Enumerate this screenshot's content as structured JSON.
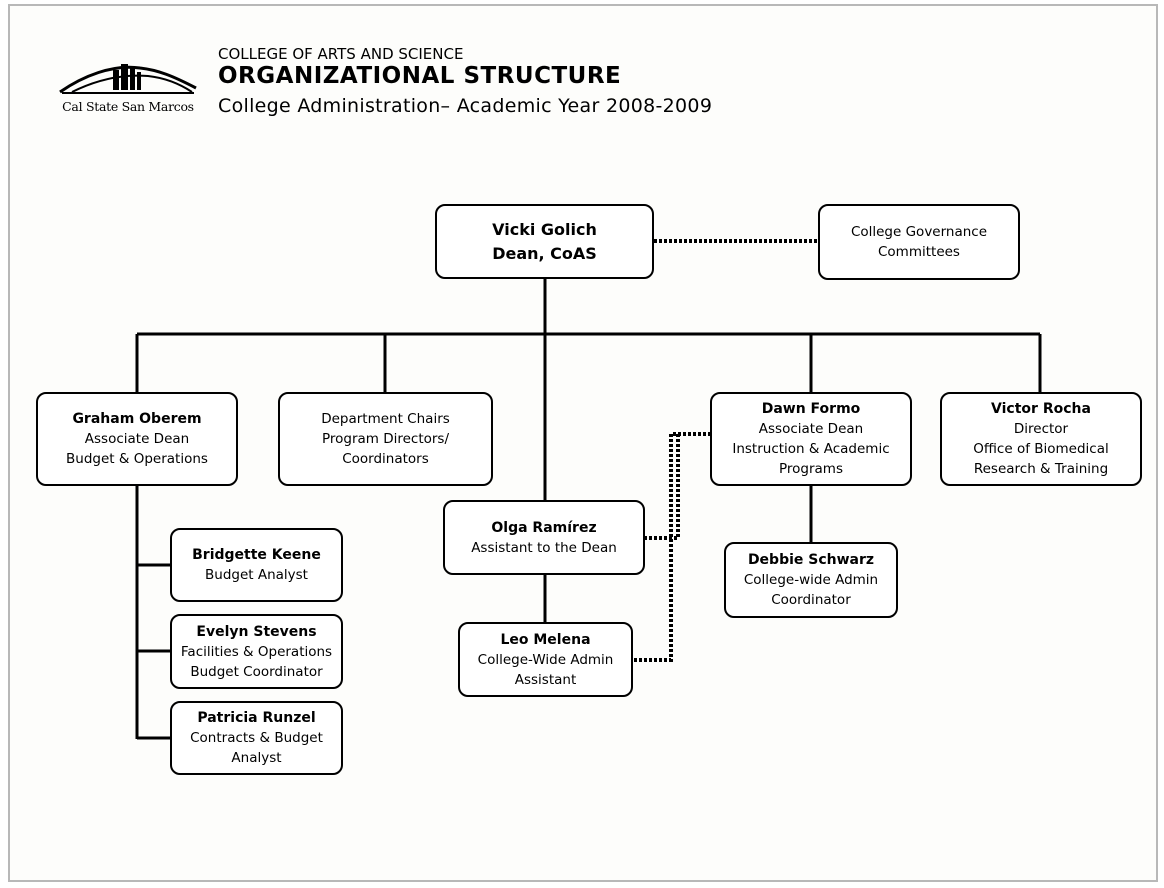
{
  "logo": {
    "text": "Cal State San Marcos"
  },
  "header": {
    "college": "COLLEGE OF ARTS AND SCIENCE",
    "title": "ORGANIZATIONAL STRUCTURE",
    "subtitle": "College Administration– Academic Year 2008-2009"
  },
  "nodes": {
    "dean": {
      "name": "Vicki Golich",
      "title": "Dean, CoAS"
    },
    "governance": {
      "line1": "College Governance",
      "line2": "Committees"
    },
    "oberem": {
      "name": "Graham Oberem",
      "line1": "Associate Dean",
      "line2": "Budget & Operations"
    },
    "chairs": {
      "line1": "Department Chairs",
      "line2": "Program Directors/",
      "line3": "Coordinators"
    },
    "ramirez": {
      "name": "Olga Ramírez",
      "line1": "Assistant to the Dean"
    },
    "melena": {
      "name": "Leo Melena",
      "line1": "College-Wide Admin",
      "line2": "Assistant"
    },
    "formo": {
      "name": "Dawn Formo",
      "line1": "Associate Dean",
      "line2": "Instruction & Academic",
      "line3": "Programs"
    },
    "schwarz": {
      "name": "Debbie Schwarz",
      "line1": "College-wide Admin",
      "line2": "Coordinator"
    },
    "rocha": {
      "name": "Victor Rocha",
      "line1": "Director",
      "line2": "Office of Biomedical",
      "line3": "Research & Training"
    },
    "keene": {
      "name": "Bridgette Keene",
      "line1": "Budget Analyst"
    },
    "stevens": {
      "name": "Evelyn Stevens",
      "line1": "Facilities & Operations",
      "line2": "Budget Coordinator"
    },
    "runzel": {
      "name": "Patricia Runzel",
      "line1": "Contracts & Budget",
      "line2": "Analyst"
    }
  }
}
